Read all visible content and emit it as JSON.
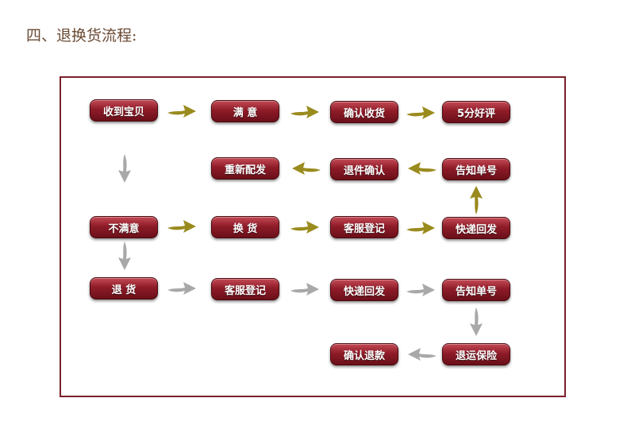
{
  "heading": "四、退换货流程:",
  "colors": {
    "heading": "#6b4a33",
    "frame_border": "#7a1f2a",
    "pill_top": "#c44a55",
    "pill_bottom": "#6a0f19",
    "arrow_olive": "#9a8b1e",
    "arrow_gray": "#a8a8a8"
  },
  "nodes": {
    "received": "收到宝贝",
    "satisfied": "满 意",
    "confirm_receipt": "确认收货",
    "five_star": "5分好评",
    "reship": "重新配发",
    "return_confirm": "退件确认",
    "notify_number_1": "告知单号",
    "unsatisfied": "不满意",
    "exchange": "换 货",
    "service_register_1": "客服登记",
    "express_return_1": "快递回发",
    "refund_return": "退 货",
    "service_register_2": "客服登记",
    "express_return_2": "快递回发",
    "notify_number_2": "告知单号",
    "confirm_refund": "确认退款",
    "return_insurance": "退运保险"
  }
}
